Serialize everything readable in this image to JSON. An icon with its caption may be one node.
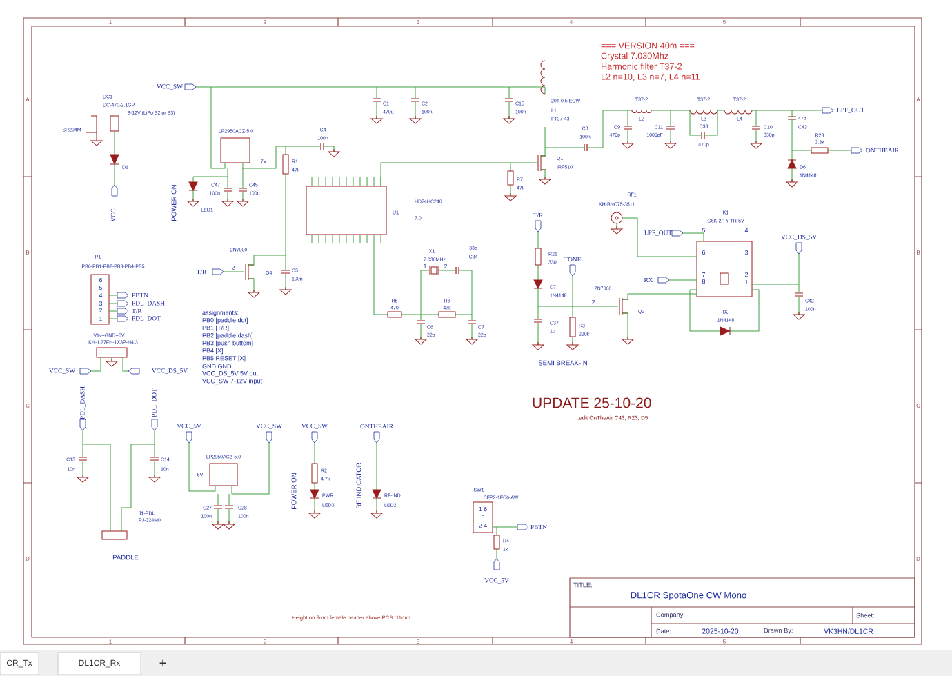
{
  "diagram": {
    "labels": [
      "1",
      "2",
      "3",
      "4",
      "5",
      "=== VERSION 40m ===",
      "Crystal 7.030Mhz",
      "Harmonic filter T37-2",
      "L2 n=10, L3 n=7, L4 n=11",
      "VCC_SW",
      "DC1",
      "DC-470-2.1GP",
      "8-12V (LiPo S2 or S3)",
      "SR204M",
      "D1",
      "VCC",
      "C1",
      "470u",
      "C2",
      "100n",
      "C15",
      "100n",
      "20T 0.5 ECW",
      "L1",
      "FT37-43",
      "T37-2",
      "T37-2",
      "T37-2",
      "L2",
      "L3",
      "L4",
      "C8",
      "100n",
      "C9",
      "470p",
      "C11",
      "1000pF",
      "C33",
      "470p",
      "C10",
      "330p",
      "47p",
      "C43",
      "R23",
      "3.3k",
      "LPF_OUT",
      "ONTHEAIR",
      "D6",
      "1N4148",
      "LP2950ACZ-5.0",
      "C4",
      "100n",
      "7V",
      "R1",
      "47k",
      "Q1",
      "IRF510",
      "R7",
      "47k",
      "POWER ON",
      "C47",
      "100n",
      "C45",
      "100n",
      "LED1",
      "U1",
      "HD74HC240",
      "7.0",
      "T/R",
      "RF1",
      "KH-BNC75-3511",
      "K1",
      "G6K-2F-Y-TR-5V",
      "LPF_OUT",
      "5",
      "4",
      "VCC_DS_5V",
      "2N7000",
      "X1",
      "7.030MHz",
      "33p",
      "C34",
      "R21",
      "330",
      "6",
      "3",
      "P1",
      "PB0-PB1-PB2-PB3-PB4-PB5",
      "TONE",
      "2",
      "T/R",
      "Q4",
      "C5",
      "100n",
      "1",
      "2",
      "6",
      "5",
      "4",
      "3",
      "2",
      "1",
      "PBTN",
      "PDL_DASH",
      "T/R",
      "PDL_DOT",
      "7",
      "2",
      "RX",
      "8",
      "1",
      "D7",
      "1N4148",
      "2N7000",
      "R5",
      "470",
      "R6",
      "47k",
      "C42",
      "100n",
      "D2",
      "1N4148",
      "Q2",
      "2",
      "assignments:",
      "PB0 [paddle dot]",
      "PB1 [T/R]",
      "VIN--GND--5V",
      "PB2 [paddle dash]",
      "KH-1.27FH-1X3P-H4.3",
      "PB3 [push buttom]",
      "PB4 [X]",
      "PB5 RESET [X]",
      "GND GND",
      "VCC_DS_5V 5V out",
      "VCC_SW 7-12V input",
      "C6",
      "22p",
      "C7",
      "22p",
      "C37",
      "1u",
      "R3",
      "220k",
      "SEMI BREAK-IN",
      "VCC_SW",
      "VCC_DS_5V",
      "UPDATE 25-10-20",
      ".edit OnTheAir C43, R23, D5",
      "PDL_DASH",
      "PDL_DOT",
      "VCC_5V",
      "VCC_SW",
      "VCC_SW",
      "ONTHEAIR",
      "LP2950ACZ-5.0",
      "C13",
      "10n",
      "C14",
      "10n",
      "5V",
      "R2",
      "4.7k",
      "POWER ON",
      "RF INDICATOR",
      "SW1",
      "CFP2-1FC6-AW",
      "PWR",
      "LED3",
      "RF-IND",
      "LED2",
      "C27",
      "100n",
      "C28",
      "100n",
      "1 6",
      "5",
      "2 4",
      "J1-PDL",
      "PJ-324M0",
      "PBTN",
      "R4",
      "1k",
      "PADDLE",
      "VCC_5V",
      "TITLE:",
      "DL1CR SpotaOne CW Mono",
      "Height on 8mm female header above PCB: 11mm",
      "Company:",
      "Sheet:",
      "Date:",
      "2025-10-20",
      "Drawn By:",
      "VK3HN/DL1CR",
      "1",
      "2",
      "3",
      "4",
      "5",
      "CR_Tx",
      "DL1CR_Rx",
      "+",
      "A",
      "A",
      "B",
      "B",
      "C",
      "C",
      "D",
      "D"
    ]
  }
}
